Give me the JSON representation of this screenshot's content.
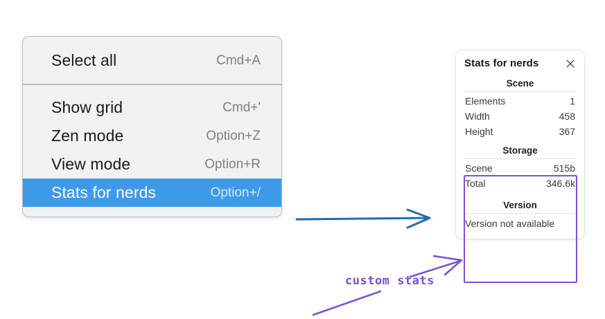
{
  "context_menu": {
    "name": "canvas-context-menu",
    "groups": [
      {
        "items": [
          {
            "label": "Select all",
            "shortcut": "Cmd+A",
            "selected": false
          }
        ]
      },
      {
        "items": [
          {
            "label": "Show grid",
            "shortcut": "Cmd+'",
            "selected": false
          },
          {
            "label": "Zen mode",
            "shortcut": "Option+Z",
            "selected": false
          },
          {
            "label": "View mode",
            "shortcut": "Option+R",
            "selected": false
          },
          {
            "label": "Stats for nerds",
            "shortcut": "Option+/",
            "selected": true
          }
        ]
      }
    ],
    "highlight_color": "#3d9ae8"
  },
  "stats_panel": {
    "title": "Stats for nerds",
    "close_icon": "close-icon",
    "sections": [
      {
        "heading": "Scene",
        "rows": [
          {
            "key": "Elements",
            "value": "1"
          },
          {
            "key": "Width",
            "value": "458"
          },
          {
            "key": "Height",
            "value": "367"
          }
        ]
      },
      {
        "heading": "Storage",
        "rows": [
          {
            "key": "Scene",
            "value": "515b"
          },
          {
            "key": "Total",
            "value": "346.6k"
          }
        ]
      },
      {
        "heading": "Version",
        "text": "Version not available"
      }
    ]
  },
  "annotations": {
    "custom_stats_label": "custom stats",
    "purple_color": "#7b51d8",
    "blue_arrow_color": "#1f6cb0"
  }
}
